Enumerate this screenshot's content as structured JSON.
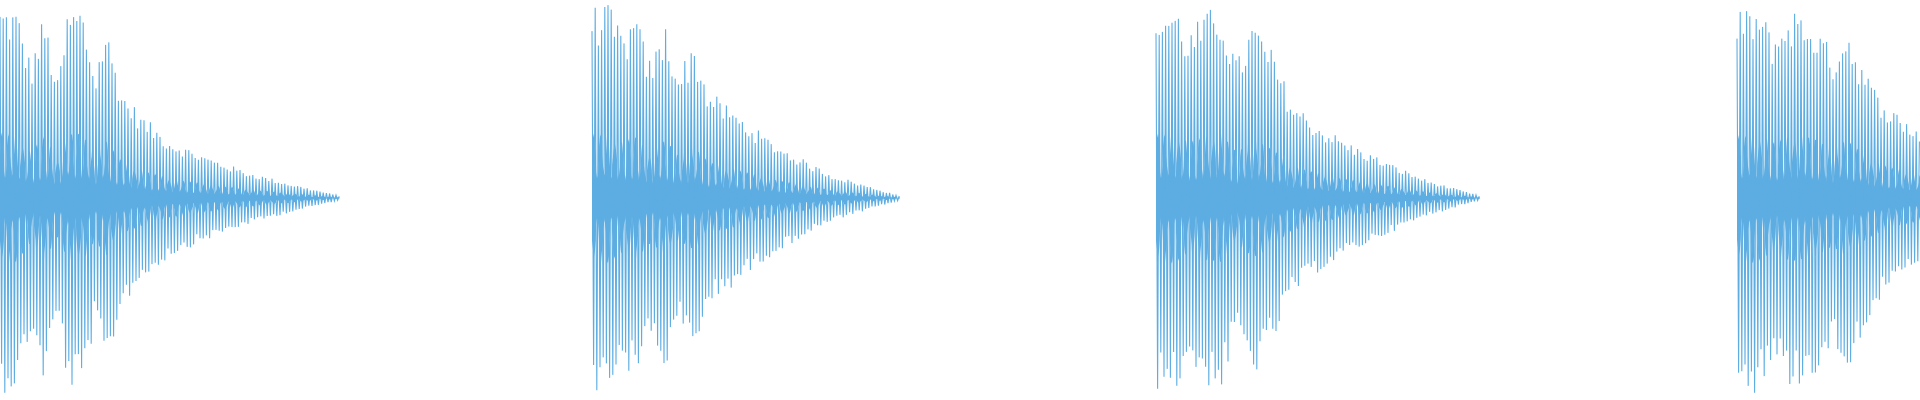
{
  "waveform": {
    "color": "#5DADE2",
    "background": "#FFFFFF",
    "bursts": [
      {
        "envelope": [
          [
            0.0,
            1.0
          ],
          [
            0.05,
            0.98
          ],
          [
            0.09,
            0.7
          ],
          [
            0.13,
            0.95
          ],
          [
            0.17,
            0.6
          ],
          [
            0.2,
            0.98
          ],
          [
            0.24,
            1.0
          ],
          [
            0.28,
            0.65
          ],
          [
            0.31,
            0.9
          ],
          [
            0.36,
            0.55
          ],
          [
            0.42,
            0.42
          ],
          [
            0.5,
            0.3
          ],
          [
            0.6,
            0.22
          ],
          [
            0.72,
            0.14
          ],
          [
            0.84,
            0.08
          ],
          [
            1.0,
            0.01
          ]
        ]
      },
      {
        "envelope": [
          [
            0.0,
            0.98
          ],
          [
            0.05,
            1.0
          ],
          [
            0.1,
            0.85
          ],
          [
            0.14,
            0.95
          ],
          [
            0.19,
            0.7
          ],
          [
            0.24,
            0.9
          ],
          [
            0.28,
            0.65
          ],
          [
            0.33,
            0.8
          ],
          [
            0.38,
            0.55
          ],
          [
            0.46,
            0.45
          ],
          [
            0.56,
            0.32
          ],
          [
            0.66,
            0.22
          ],
          [
            0.78,
            0.12
          ],
          [
            0.9,
            0.06
          ],
          [
            1.0,
            0.01
          ]
        ]
      },
      {
        "envelope": [
          [
            0.0,
            0.98
          ],
          [
            0.06,
            1.0
          ],
          [
            0.1,
            0.85
          ],
          [
            0.15,
            0.95
          ],
          [
            0.2,
            1.0
          ],
          [
            0.25,
            0.7
          ],
          [
            0.3,
            0.92
          ],
          [
            0.36,
            0.75
          ],
          [
            0.42,
            0.5
          ],
          [
            0.5,
            0.38
          ],
          [
            0.6,
            0.28
          ],
          [
            0.72,
            0.18
          ],
          [
            0.84,
            0.09
          ],
          [
            1.0,
            0.01
          ]
        ]
      },
      {
        "envelope": [
          [
            0.0,
            0.95
          ],
          [
            0.1,
            1.0
          ],
          [
            0.2,
            0.85
          ],
          [
            0.3,
            0.98
          ],
          [
            0.42,
            0.92
          ],
          [
            0.52,
            0.75
          ],
          [
            0.6,
            0.9
          ],
          [
            0.68,
            0.7
          ],
          [
            0.76,
            0.55
          ],
          [
            0.86,
            0.45
          ],
          [
            1.0,
            0.35
          ]
        ]
      }
    ]
  }
}
